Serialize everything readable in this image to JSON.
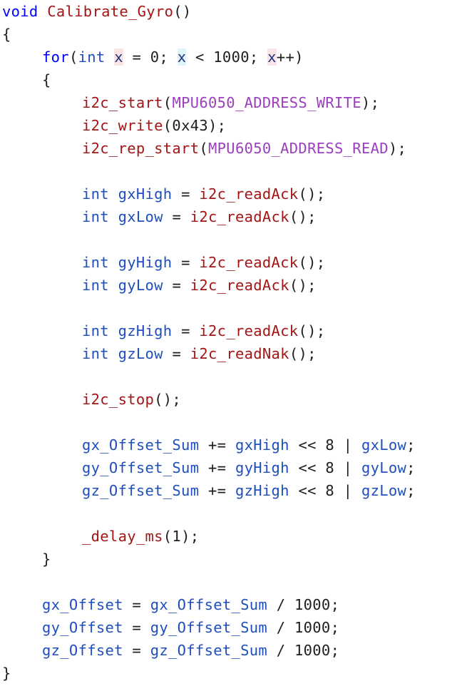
{
  "colors": {
    "keyword": "#0000ff",
    "type": "#1f4fbf",
    "function": "#a31515",
    "macro": "#9b3fbf",
    "variable": "#1f377f",
    "text": "#1e1e1e",
    "highlight_pink": "#fbe3e6",
    "highlight_cyan": "#dff3f9"
  },
  "code_lines": [
    {
      "indent": 0,
      "tokens": [
        {
          "t": "void",
          "k": "kw"
        },
        {
          "t": " ",
          "k": "plain"
        },
        {
          "t": "Calibrate_Gyro",
          "k": "fn"
        },
        {
          "t": "()",
          "k": "op"
        }
      ]
    },
    {
      "indent": 0,
      "tokens": [
        {
          "t": "{",
          "k": "op"
        }
      ]
    },
    {
      "indent": 1,
      "tokens": [
        {
          "t": "for",
          "k": "kw"
        },
        {
          "t": "(",
          "k": "op"
        },
        {
          "t": "int",
          "k": "type"
        },
        {
          "t": " ",
          "k": "plain"
        },
        {
          "t": "x",
          "k": "var",
          "hl": "pink"
        },
        {
          "t": " = 0; ",
          "k": "op"
        },
        {
          "t": "x",
          "k": "var",
          "hl": "cyan"
        },
        {
          "t": " < 1000; ",
          "k": "op"
        },
        {
          "t": "x",
          "k": "var",
          "hl": "pink"
        },
        {
          "t": "++)",
          "k": "op"
        }
      ]
    },
    {
      "indent": 1,
      "tokens": [
        {
          "t": "{",
          "k": "op"
        }
      ]
    },
    {
      "indent": 2,
      "tokens": [
        {
          "t": "i2c_start",
          "k": "fn"
        },
        {
          "t": "(",
          "k": "op"
        },
        {
          "t": "MPU6050_ADDRESS_WRITE",
          "k": "mac"
        },
        {
          "t": ");",
          "k": "op"
        }
      ]
    },
    {
      "indent": 2,
      "tokens": [
        {
          "t": "i2c_write",
          "k": "fn"
        },
        {
          "t": "(0x43);",
          "k": "op"
        }
      ]
    },
    {
      "indent": 2,
      "tokens": [
        {
          "t": "i2c_rep_start",
          "k": "fn"
        },
        {
          "t": "(",
          "k": "op"
        },
        {
          "t": "MPU6050_ADDRESS_READ",
          "k": "mac"
        },
        {
          "t": ");",
          "k": "op"
        }
      ]
    },
    {
      "indent": 0,
      "tokens": []
    },
    {
      "indent": 2,
      "tokens": [
        {
          "t": "int",
          "k": "type"
        },
        {
          "t": " ",
          "k": "plain"
        },
        {
          "t": "gxHigh",
          "k": "loc"
        },
        {
          "t": " = ",
          "k": "op"
        },
        {
          "t": "i2c_readAck",
          "k": "fn"
        },
        {
          "t": "();",
          "k": "op"
        }
      ]
    },
    {
      "indent": 2,
      "tokens": [
        {
          "t": "int",
          "k": "type"
        },
        {
          "t": " ",
          "k": "plain"
        },
        {
          "t": "gxLow",
          "k": "loc"
        },
        {
          "t": " = ",
          "k": "op"
        },
        {
          "t": "i2c_readAck",
          "k": "fn"
        },
        {
          "t": "();",
          "k": "op"
        }
      ]
    },
    {
      "indent": 0,
      "tokens": []
    },
    {
      "indent": 2,
      "tokens": [
        {
          "t": "int",
          "k": "type"
        },
        {
          "t": " ",
          "k": "plain"
        },
        {
          "t": "gyHigh",
          "k": "loc"
        },
        {
          "t": " = ",
          "k": "op"
        },
        {
          "t": "i2c_readAck",
          "k": "fn"
        },
        {
          "t": "();",
          "k": "op"
        }
      ]
    },
    {
      "indent": 2,
      "tokens": [
        {
          "t": "int",
          "k": "type"
        },
        {
          "t": " ",
          "k": "plain"
        },
        {
          "t": "gyLow",
          "k": "loc"
        },
        {
          "t": " = ",
          "k": "op"
        },
        {
          "t": "i2c_readAck",
          "k": "fn"
        },
        {
          "t": "();",
          "k": "op"
        }
      ]
    },
    {
      "indent": 0,
      "tokens": []
    },
    {
      "indent": 2,
      "tokens": [
        {
          "t": "int",
          "k": "type"
        },
        {
          "t": " ",
          "k": "plain"
        },
        {
          "t": "gzHigh",
          "k": "loc"
        },
        {
          "t": " = ",
          "k": "op"
        },
        {
          "t": "i2c_readAck",
          "k": "fn"
        },
        {
          "t": "();",
          "k": "op"
        }
      ]
    },
    {
      "indent": 2,
      "tokens": [
        {
          "t": "int",
          "k": "type"
        },
        {
          "t": " ",
          "k": "plain"
        },
        {
          "t": "gzLow",
          "k": "loc"
        },
        {
          "t": " = ",
          "k": "op"
        },
        {
          "t": "i2c_readNak",
          "k": "fn"
        },
        {
          "t": "();",
          "k": "op"
        }
      ]
    },
    {
      "indent": 0,
      "tokens": []
    },
    {
      "indent": 2,
      "tokens": [
        {
          "t": "i2c_stop",
          "k": "fn"
        },
        {
          "t": "();",
          "k": "op"
        }
      ]
    },
    {
      "indent": 0,
      "tokens": []
    },
    {
      "indent": 2,
      "tokens": [
        {
          "t": "gx_Offset_Sum",
          "k": "loc"
        },
        {
          "t": " += ",
          "k": "op"
        },
        {
          "t": "gxHigh",
          "k": "loc"
        },
        {
          "t": " << 8 | ",
          "k": "op"
        },
        {
          "t": "gxLow",
          "k": "loc"
        },
        {
          "t": ";",
          "k": "op"
        }
      ]
    },
    {
      "indent": 2,
      "tokens": [
        {
          "t": "gy_Offset_Sum",
          "k": "loc"
        },
        {
          "t": " += ",
          "k": "op"
        },
        {
          "t": "gyHigh",
          "k": "loc"
        },
        {
          "t": " << 8 | ",
          "k": "op"
        },
        {
          "t": "gyLow",
          "k": "loc"
        },
        {
          "t": ";",
          "k": "op"
        }
      ]
    },
    {
      "indent": 2,
      "tokens": [
        {
          "t": "gz_Offset_Sum",
          "k": "loc"
        },
        {
          "t": " += ",
          "k": "op"
        },
        {
          "t": "gzHigh",
          "k": "loc"
        },
        {
          "t": " << 8 | ",
          "k": "op"
        },
        {
          "t": "gzLow",
          "k": "loc"
        },
        {
          "t": ";",
          "k": "op"
        }
      ]
    },
    {
      "indent": 0,
      "tokens": []
    },
    {
      "indent": 2,
      "tokens": [
        {
          "t": "_delay_ms",
          "k": "fn"
        },
        {
          "t": "(1);",
          "k": "op"
        }
      ]
    },
    {
      "indent": 1,
      "tokens": [
        {
          "t": "}",
          "k": "op"
        }
      ]
    },
    {
      "indent": 0,
      "tokens": []
    },
    {
      "indent": 1,
      "tokens": [
        {
          "t": "gx_Offset",
          "k": "loc"
        },
        {
          "t": " = ",
          "k": "op"
        },
        {
          "t": "gx_Offset_Sum",
          "k": "loc"
        },
        {
          "t": " / 1000;",
          "k": "op"
        }
      ]
    },
    {
      "indent": 1,
      "tokens": [
        {
          "t": "gy_Offset",
          "k": "loc"
        },
        {
          "t": " = ",
          "k": "op"
        },
        {
          "t": "gy_Offset_Sum",
          "k": "loc"
        },
        {
          "t": " / 1000;",
          "k": "op"
        }
      ]
    },
    {
      "indent": 1,
      "tokens": [
        {
          "t": "gz_Offset",
          "k": "loc"
        },
        {
          "t": " = ",
          "k": "op"
        },
        {
          "t": "gz_Offset_Sum",
          "k": "loc"
        },
        {
          "t": " / 1000;",
          "k": "op"
        }
      ]
    },
    {
      "indent": 0,
      "tokens": [
        {
          "t": "}",
          "k": "op"
        }
      ]
    }
  ]
}
